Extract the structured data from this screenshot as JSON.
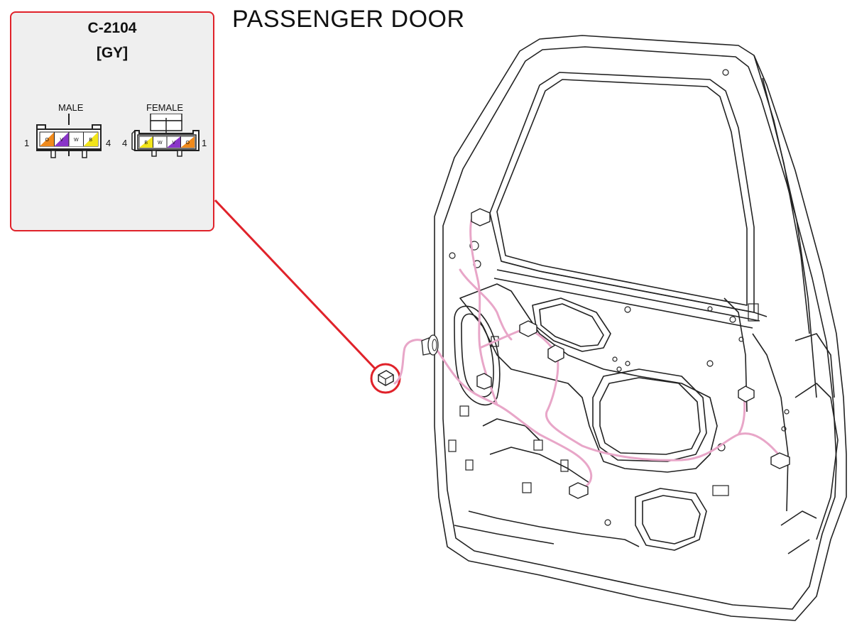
{
  "title": "PASSENGER DOOR",
  "connector": {
    "id": "C-2104",
    "color_code": "[GY]",
    "male": {
      "label": "MALE",
      "pin_left": "1",
      "pin_right": "4",
      "cavities": [
        {
          "letter": "O",
          "color": "#f08a1c"
        },
        {
          "letter": "V",
          "color": "#8a35c9"
        },
        {
          "letter": "W",
          "color": "#ffffff"
        },
        {
          "letter": "B",
          "color": "#f2e51a"
        }
      ]
    },
    "female": {
      "label": "FEMALE",
      "pin_left": "4",
      "pin_right": "1",
      "cavities": [
        {
          "letter": "B",
          "color": "#f2e51a"
        },
        {
          "letter": "W",
          "color": "#ffffff"
        },
        {
          "letter": "V",
          "color": "#8a35c9"
        },
        {
          "letter": "O",
          "color": "#f08a1c"
        }
      ]
    }
  },
  "colors": {
    "callout_red": "#e0222a",
    "harness_pink": "#e8a6c8",
    "line_art": "#222222",
    "box_fill": "#efefef"
  }
}
